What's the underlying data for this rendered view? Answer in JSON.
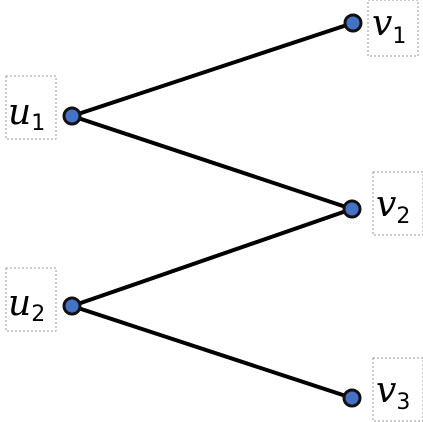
{
  "graph": {
    "node_fill": "#4472c4",
    "edge_color": "#000000",
    "nodes": [
      {
        "id": "u1",
        "base": "u",
        "sub": "1"
      },
      {
        "id": "u2",
        "base": "u",
        "sub": "2"
      },
      {
        "id": "v1",
        "base": "v",
        "sub": "1"
      },
      {
        "id": "v2",
        "base": "v",
        "sub": "2"
      },
      {
        "id": "v3",
        "base": "v",
        "sub": "3"
      }
    ],
    "edges": [
      {
        "from": "u1",
        "to": "v1"
      },
      {
        "from": "u1",
        "to": "v2"
      },
      {
        "from": "u2",
        "to": "v2"
      },
      {
        "from": "u2",
        "to": "v3"
      }
    ]
  }
}
